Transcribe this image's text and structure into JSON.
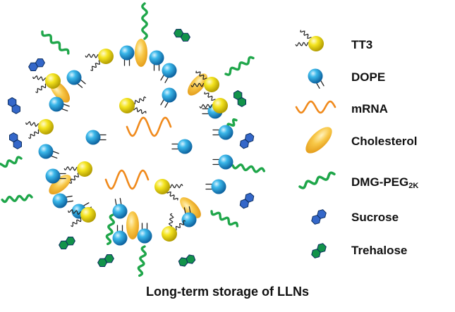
{
  "legend": {
    "tt3": "TT3",
    "dope": "DOPE",
    "mrna": "mRNA",
    "cholesterol": "Cholesterol",
    "dmg_peg": "DMG-PEG",
    "dmg_peg_sub": "2K",
    "sucrose": "Sucrose",
    "trehalose": "Trehalose"
  },
  "caption": "Long-term storage of LLNs",
  "colors": {
    "tt3": "#f2e21c",
    "dope": "#1b9fd6",
    "cholesterol": "#f7c34a",
    "mrna": "#f08a1c",
    "peg": "#1fa64a",
    "sucrose": "#3467c9",
    "trehalose": "#12934a"
  }
}
